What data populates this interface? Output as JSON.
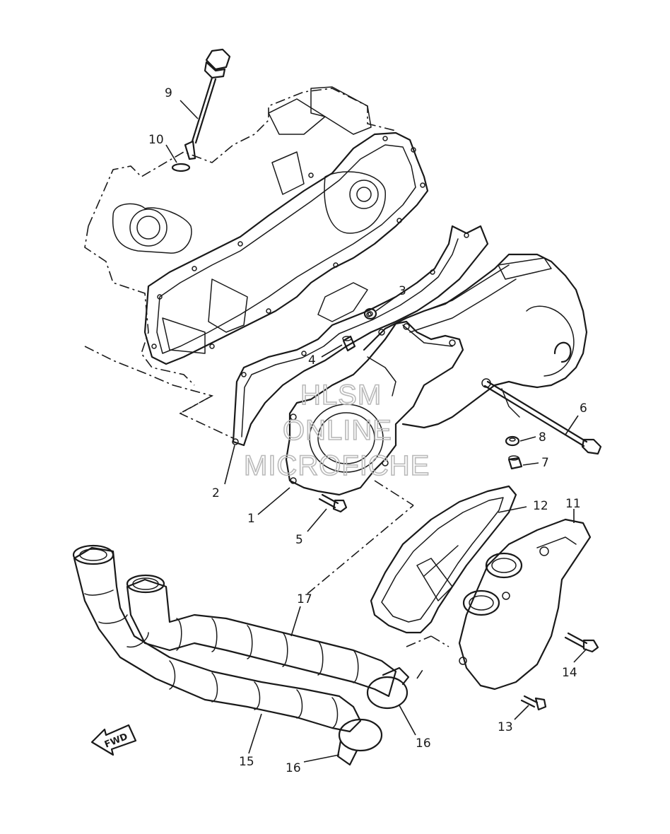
{
  "watermark": {
    "line1": "HLSM",
    "line2": "ONLINE",
    "line3": "MICROFICHE"
  },
  "direction_arrow": {
    "label": "FWD"
  },
  "callouts": [
    "1",
    "2",
    "3",
    "4",
    "5",
    "6",
    "7",
    "8",
    "9",
    "10",
    "11",
    "12",
    "13",
    "14",
    "15",
    "16",
    "16",
    "17"
  ],
  "parts": {
    "dipstick": "dipstick-icon",
    "o_ring": "o-ring-icon",
    "crankcase_gasket": "gasket-icon",
    "crankcase_cover": "crankcase-cover-icon",
    "air_duct_cover": "air-duct-cover-icon",
    "duct_gasket": "gasket-icon",
    "air_ducts": "air-duct-hose-icon",
    "hose_clamps": "hose-clamp-icon",
    "bolts": "bolt-icon",
    "dowel_pin": "dowel-pin-icon",
    "washers": "washer-icon"
  }
}
